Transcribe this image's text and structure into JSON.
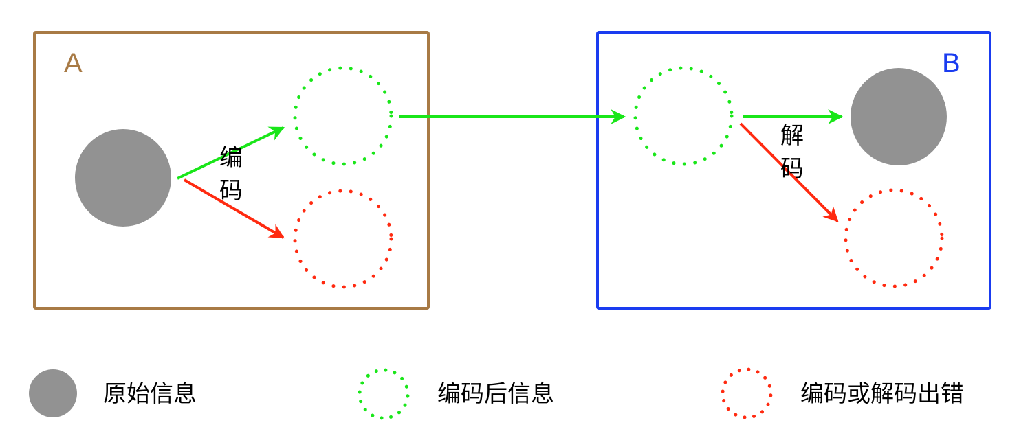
{
  "colors": {
    "box_a": "#a87a45",
    "box_b": "#1a3cf0",
    "original": "#929292",
    "encoded": "#19e619",
    "error": "#ff2a10"
  },
  "box_a": {
    "label": "A"
  },
  "box_b": {
    "label": "B"
  },
  "edges": {
    "encode_label_1": "编",
    "encode_label_2": "码",
    "decode_label_1": "解",
    "decode_label_2": "码"
  },
  "legend": {
    "items": [
      {
        "label": "原始信息",
        "icon": "gray-filled-circle"
      },
      {
        "label": "编码后信息",
        "icon": "green-dotted-circle"
      },
      {
        "label": "编码或解码出错",
        "icon": "red-dotted-circle"
      }
    ]
  }
}
